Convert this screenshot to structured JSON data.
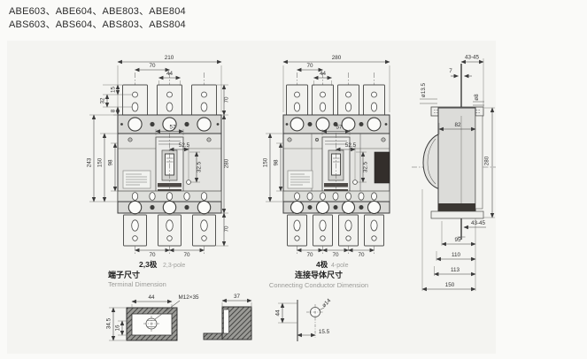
{
  "title": {
    "line1": "ABE603、ABE604、ABE803、ABE804",
    "line2": "ABS603、ABS604、ABS803、ABS804"
  },
  "views": {
    "pole23": {
      "label_cn": "2,3极",
      "label_en": "2,3-pole",
      "dims": {
        "total_width": "210",
        "pole_pitch": "70",
        "slot_width": "44",
        "plate_top": "15",
        "hole_pitch": "32",
        "plate_bottom": "8",
        "terminal_height_top": "70",
        "handle_width": "57",
        "hole_offset_x": "52.5",
        "hole_offset_y": "32.5",
        "total_height": "280",
        "body_height": "243",
        "mount_pitch": "150",
        "mount_inner": "98",
        "pitch_left": "70",
        "pitch_right": "70",
        "terminal_height_bottom": "70"
      }
    },
    "pole4": {
      "label_cn": "4极",
      "label_en": "4-pole",
      "dims": {
        "total_width": "280",
        "pole_pitch": "70",
        "slot_width": "44",
        "handle_width": "57",
        "hole_offset_x": "52.5",
        "hole_offset_y": "32.5",
        "mount_pitch": "150",
        "mount_inner": "98",
        "pitch1": "70",
        "pitch2": "70",
        "pitch3": "70"
      }
    },
    "side": {
      "dims": {
        "screw_top": "43-45",
        "screw_dia": "7",
        "hole_dia": "ø13.5",
        "stud_dia": "ø8",
        "depth": "82",
        "height": "280",
        "screw_bottom": "43-45",
        "d95": "95",
        "d110": "110",
        "d113": "113",
        "d150": "150"
      }
    },
    "terminal": {
      "title_cn": "端子尺寸",
      "title_en": "Terminal Dimension",
      "dims": {
        "width": "44",
        "bolt": "M12×35",
        "side_width": "37",
        "height": "34.5",
        "depth": "16"
      }
    },
    "conductor": {
      "title_cn": "连接导体尺寸",
      "title_en": "Connecting Conductor Dimension",
      "dims": {
        "width": "44",
        "hole_dia": "ø14",
        "hole_offset": "15.5"
      }
    }
  },
  "colors": {
    "background": "#f4f4f1",
    "line": "#3a3a3a",
    "body": "#e4e4e1",
    "cover": "#d8d8d5",
    "plate": "#f2f2ef",
    "dark_window": "#332e2b"
  }
}
